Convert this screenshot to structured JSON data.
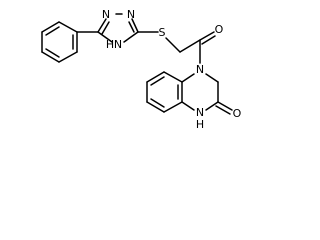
{
  "molecule": {
    "atoms": {
      "n_triazole_top_left": "N",
      "n_triazole_top_right": "N",
      "n_triazole_nh": "N",
      "h_triazole_nh": "H",
      "sulfur": "S",
      "carbonyl_o_amide": "O",
      "n_quinoxaline_acyl": "N",
      "n_quinoxaline_nh": "N",
      "h_quinoxaline_nh": "H",
      "carbonyl_o_lactam": "O"
    }
  },
  "colors": {
    "bond": "#000000",
    "label": "#000000",
    "background": "#ffffff"
  }
}
